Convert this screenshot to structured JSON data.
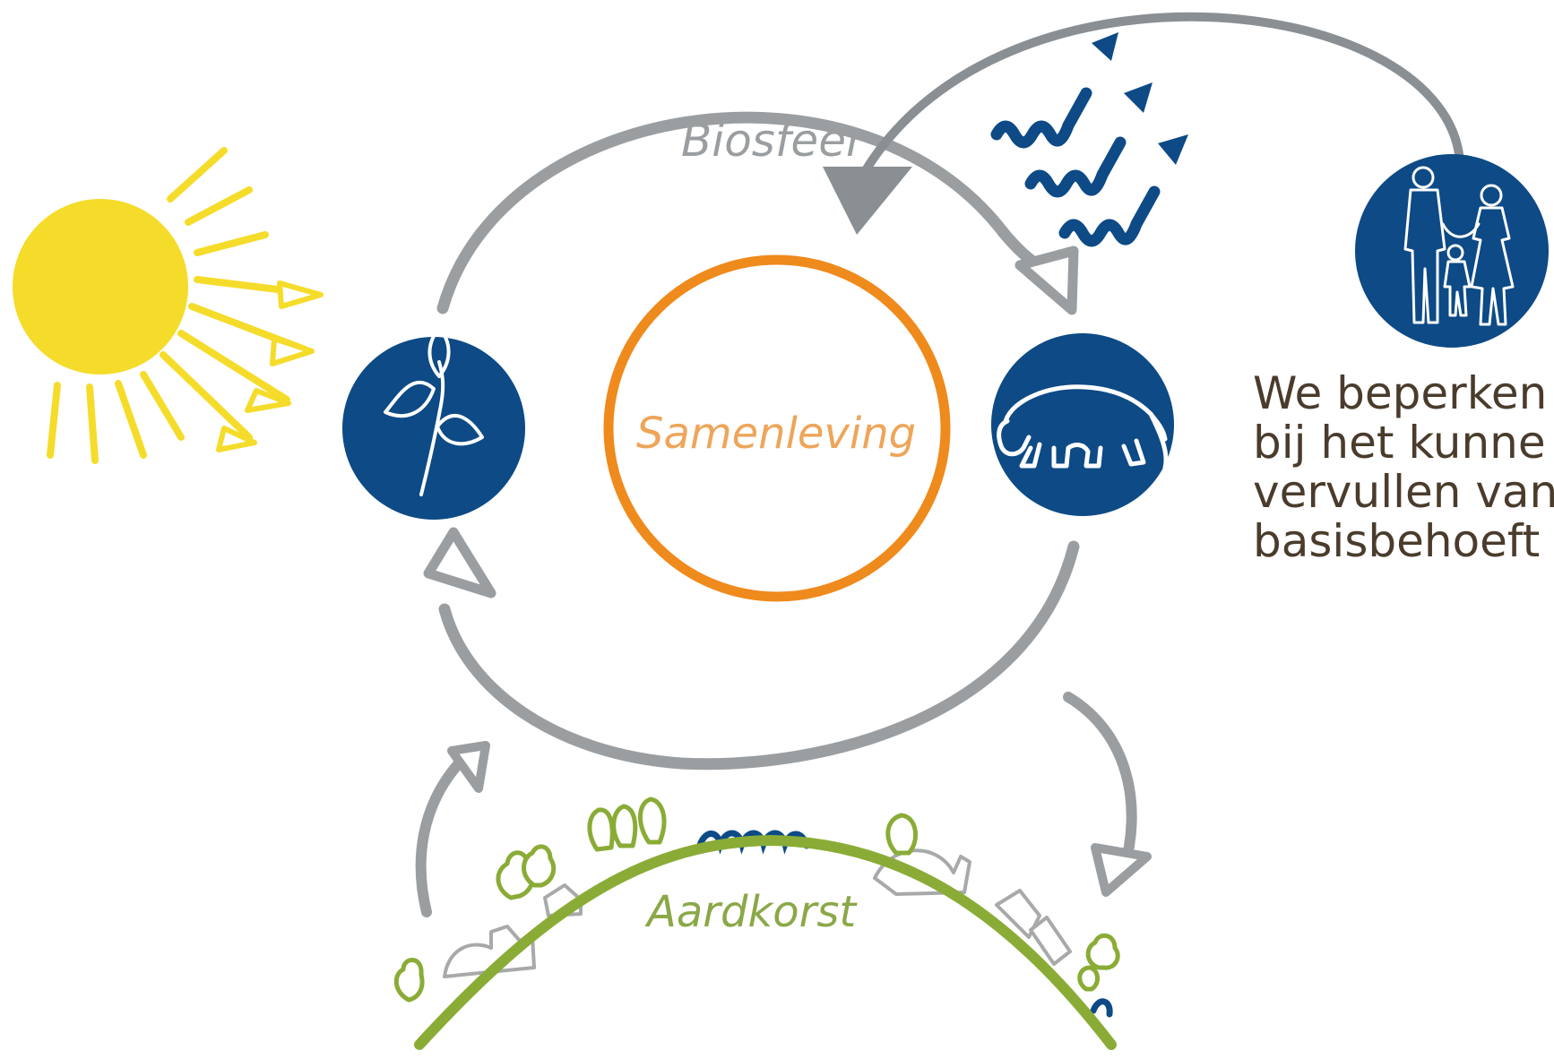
{
  "labels": {
    "biosphere": "Biosfeer",
    "society": "Samenleving",
    "crust": "Aardkorst"
  },
  "caption": {
    "lines": [
      "We beperken",
      "bij het kunne",
      "vervullen van",
      "basisbehoeft"
    ]
  },
  "icons": {
    "sun": "sun-icon",
    "plant": "plant-icon",
    "cow": "cow-icon",
    "family": "family-icon",
    "heat_waves": "heat-waves-icon"
  },
  "colors": {
    "navy": "#0d4a86",
    "gray": "#9a9ea1",
    "dark_gray": "#8a8f93",
    "sun": "#f5dc2a",
    "orange": "#ef8a1c",
    "orange_text": "#eea55a",
    "green": "#8aac36",
    "green_text": "#8aa848",
    "caption": "#4a3c2c"
  }
}
